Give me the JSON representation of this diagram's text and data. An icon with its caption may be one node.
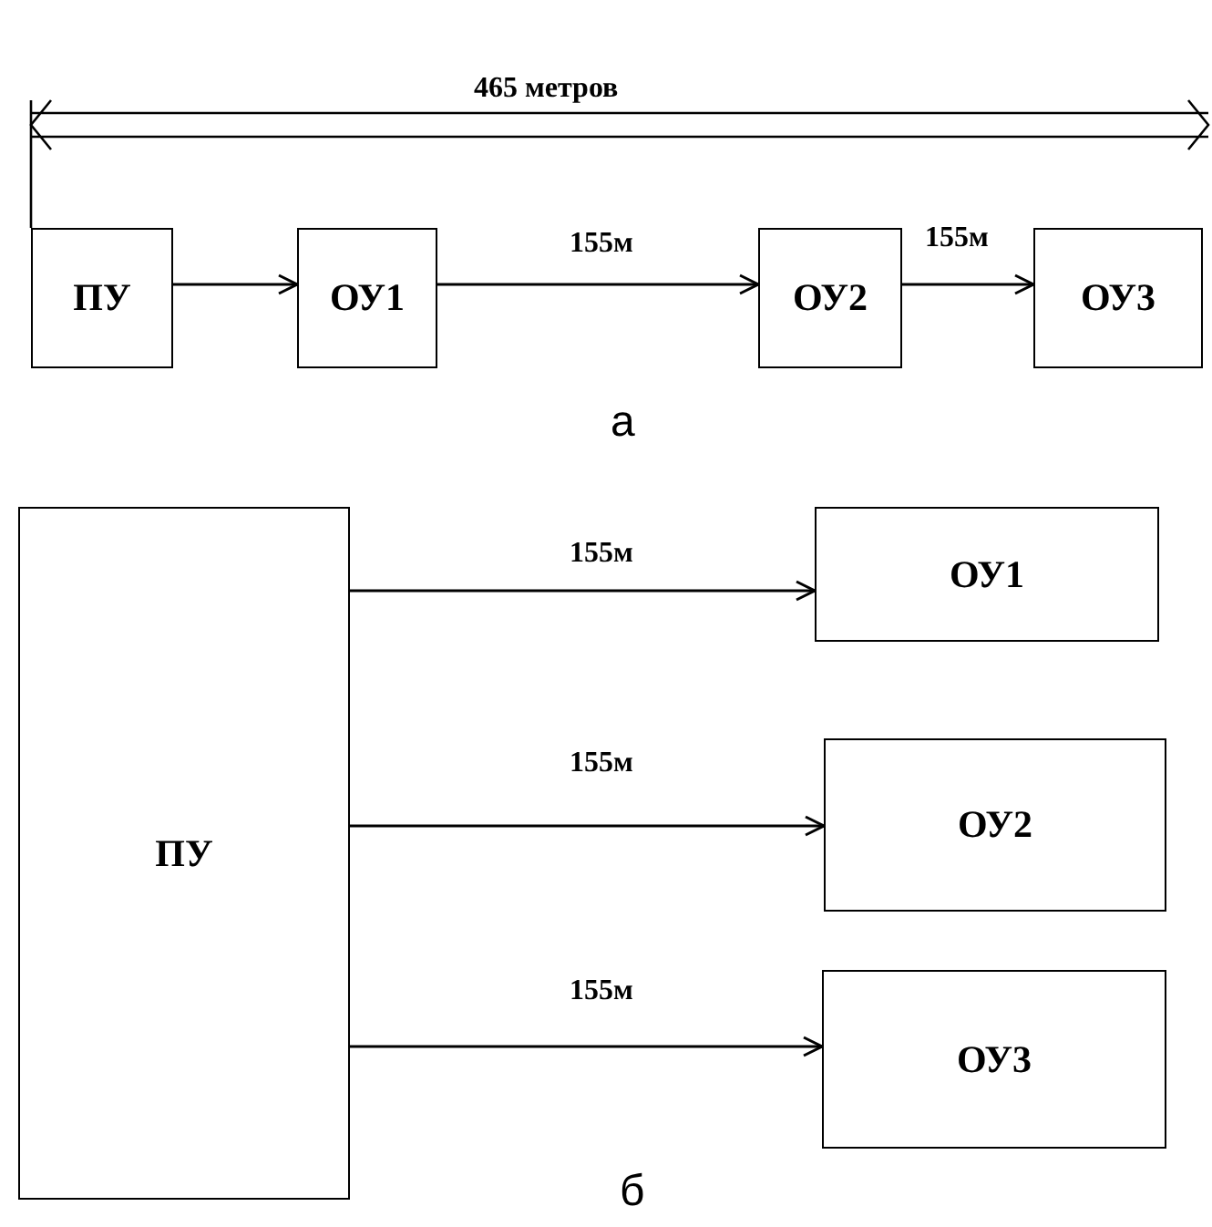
{
  "diagram": {
    "nodes": [
      {
        "text": [
          "ПУ"
        ]
      },
      {
        "text": [
          "ОУ1"
        ]
      },
      {
        "text": [
          "ОУ2"
        ]
      },
      {
        "text": [
          "ОУ3"
        ]
      },
      {
        "text": [
          "ПУ"
        ]
      },
      {
        "text": [
          "ОУ1"
        ]
      },
      {
        "text": [
          "ОУ2"
        ]
      },
      {
        "text": [
          "ОУ3"
        ]
      }
    ],
    "edges": [
      {
        "from": 0,
        "to": 1,
        "arrow": "to"
      },
      {
        "from": 1,
        "to": 2,
        "arrow": "to",
        "label": "155м"
      },
      {
        "from": 2,
        "to": 3,
        "arrow": "to",
        "label": "155м"
      },
      {
        "from": 4,
        "to": 5,
        "arrow": "to",
        "label": "155м"
      },
      {
        "from": 4,
        "to": 6,
        "arrow": "to",
        "label": "155м"
      },
      {
        "from": 4,
        "to": 7,
        "arrow": "to",
        "label": "155м"
      }
    ],
    "labels": [
      "465 метров",
      "а",
      "б"
    ]
  }
}
